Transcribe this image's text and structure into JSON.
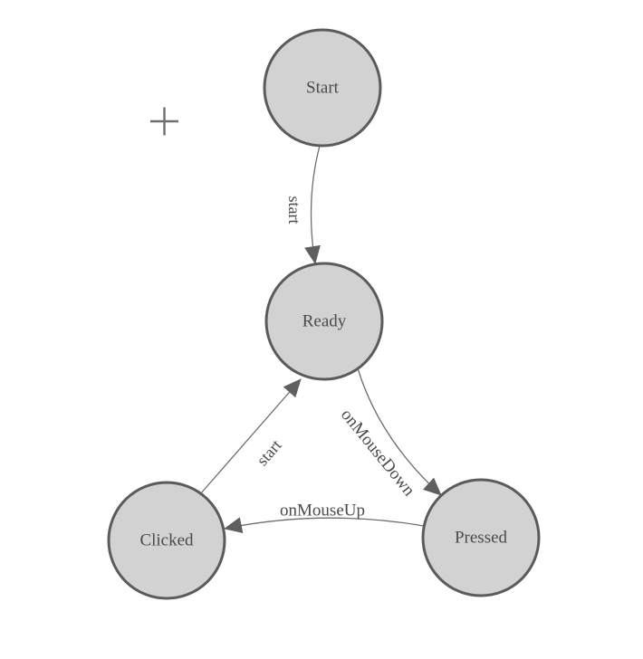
{
  "diagram": {
    "type": "state-machine-graph",
    "background": "#ffffff",
    "cursor_icon": "crosshair-plus",
    "nodes": [
      {
        "id": "start",
        "label": "Start"
      },
      {
        "id": "ready",
        "label": "Ready"
      },
      {
        "id": "clicked",
        "label": "Clicked"
      },
      {
        "id": "pressed",
        "label": "Pressed"
      }
    ],
    "edges": [
      {
        "from": "Start",
        "to": "Ready",
        "label": "start"
      },
      {
        "from": "Ready",
        "to": "Pressed",
        "label": "onMouseDown"
      },
      {
        "from": "Pressed",
        "to": "Clicked",
        "label": "onMouseUp"
      },
      {
        "from": "Clicked",
        "to": "Ready",
        "label": "start"
      }
    ],
    "colors": {
      "node_fill": "#d2d2d2",
      "node_stroke": "#5b5b5b",
      "edge_line": "#6e6e6e",
      "arrowhead": "#5f5f5f",
      "label_text": "#4a4a4a",
      "crosshair": "#6e6e6e"
    }
  }
}
